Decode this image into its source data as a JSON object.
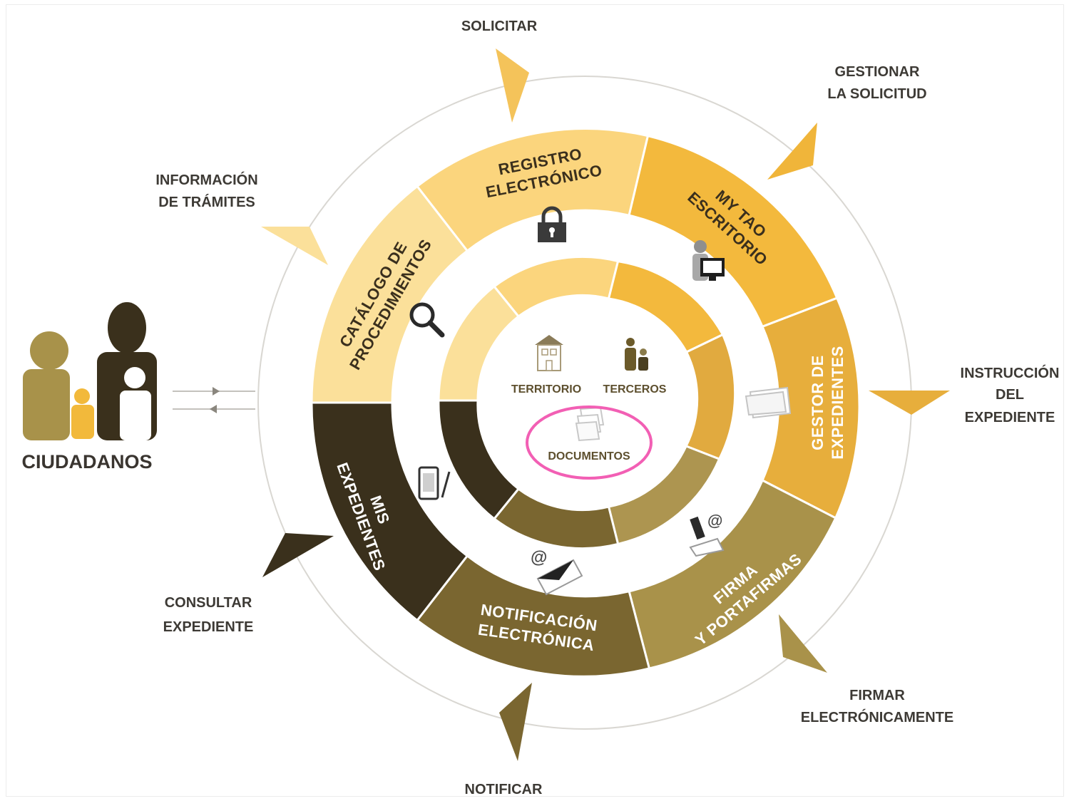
{
  "actions": {
    "solicitar": "SOLICITAR",
    "gestionar_1": "GESTIONAR",
    "gestionar_2": "LA SOLICITUD",
    "instruccion_1": "INSTRUCCIÓN",
    "instruccion_2": "DEL",
    "instruccion_3": "EXPEDIENTE",
    "firmar_1": "FIRMAR",
    "firmar_2": "ELECTRÓNICAMENTE",
    "notificar": "NOTIFICAR",
    "consultar_1": "CONSULTAR",
    "consultar_2": "EXPEDIENTE",
    "informacion_1": "INFORMACIÓN",
    "informacion_2": "DE TRÁMITES"
  },
  "services": {
    "registro_1": "REGISTRO",
    "registro_2": "ELECTRÓNICO",
    "mytao_1": "MY TAO",
    "mytao_2": "ESCRITORIO",
    "gestor_1": "GESTOR DE",
    "gestor_2": "EXPEDIENTES",
    "firma_1": "FIRMA",
    "firma_2": "Y PORTAFIRMAS",
    "notificacion_1": "NOTIFICACIÓN",
    "notificacion_2": "ELECTRÓNICA",
    "mis_1": "MIS",
    "mis_2": "EXPEDIENTES",
    "catalogo_1": "CATÁLOGO DE",
    "catalogo_2": "PROCEDIMIENTOS"
  },
  "center": {
    "territorio": "TERRITORIO",
    "terceros": "TERCEROS",
    "documentos": "DOCUMENTOS"
  },
  "citizens": {
    "label": "CIUDADANOS"
  },
  "icons": [
    "lock-icon",
    "user-desktop-icon",
    "folder-icon",
    "sign-email-icon",
    "email-envelope-icon",
    "mobile-icon",
    "magnifier-icon",
    "house-icon",
    "people-icon",
    "documents-icon",
    "citizens-family-icon"
  ],
  "colors": {
    "pale": "#fbe09a",
    "light": "#f9d27a",
    "gold": "#f2b93b",
    "mustard": "#e0a83a",
    "olive": "#a8914a",
    "brown": "#7a6630",
    "dark": "#3a301c",
    "highlight": "#f25fb4"
  }
}
